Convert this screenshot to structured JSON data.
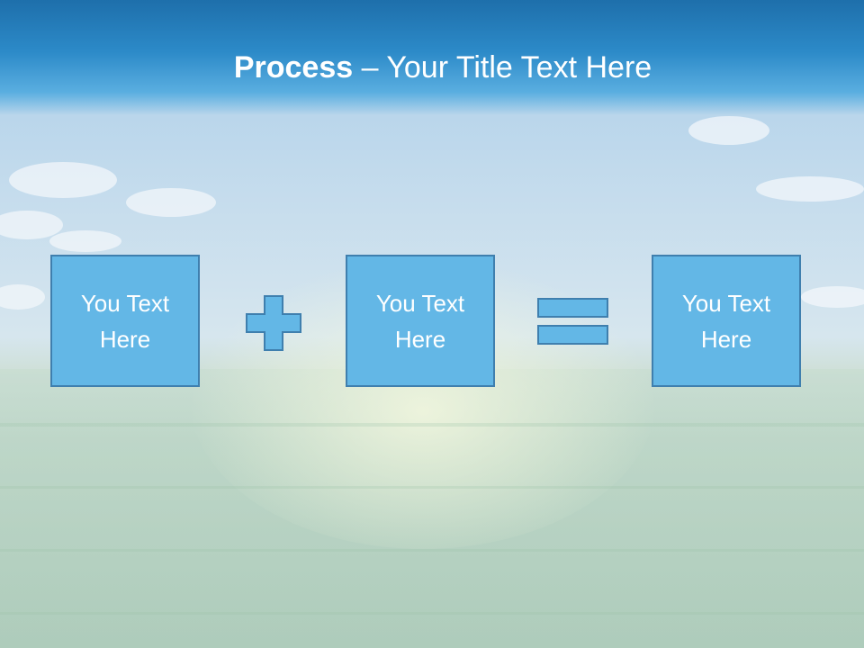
{
  "slide": {
    "title_bold": "Process",
    "title_rest": " – Your Title Text Here",
    "steps": [
      {
        "line1": "You Text",
        "line2": "Here"
      },
      {
        "line1": "You Text",
        "line2": "Here"
      },
      {
        "line1": "You Text",
        "line2": "Here"
      }
    ],
    "operators": [
      "plus-icon",
      "equals-icon"
    ]
  },
  "colors": {
    "box_fill": "#63b7e6",
    "box_border": "#3f7fae",
    "header_blue": "#2c8ac8",
    "text": "#ffffff"
  }
}
